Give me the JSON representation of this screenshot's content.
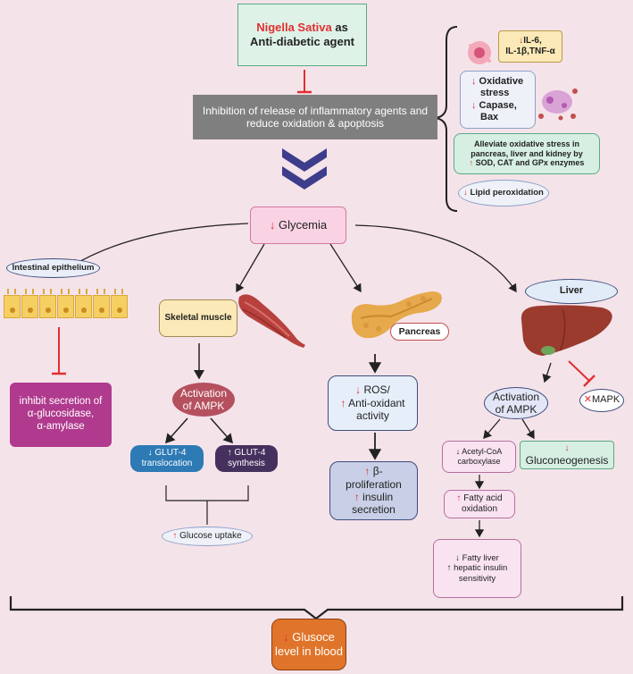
{
  "title": {
    "part1": "Nigella Sativa",
    "part2": " as",
    "line2": "Anti-diabetic agent"
  },
  "inhibition": "Inhibition of release of inflammatory agents and reduce oxidation & apoptosis",
  "side": {
    "il": {
      "arrow": "↓",
      "l1": "IL-6,",
      "l2": "IL-1β,TNF-α"
    },
    "ox": {
      "a1": "↓",
      "t1": " Oxidative",
      "t2": "stress",
      "a2": "↓",
      "t3": " Capase,",
      "t4": "Bax"
    },
    "alleviate": {
      "l1": "Alleviate oxidative stress in",
      "l2": "pancreas, liver and kidney by",
      "arrow": "↑",
      "l3": " SOD,  CAT  and  GPx enzymes"
    },
    "lipid": {
      "arrow": "↓",
      "text": " Lipid peroxidation"
    }
  },
  "glycemia": {
    "arrow": "↓",
    "text": " Glycemia"
  },
  "intestine": {
    "label": "Intestinal epithelium",
    "box": {
      "l1": "inhibit secretion of",
      "l2": "α-glucosidase,",
      "l3": "α-amylase"
    }
  },
  "muscle": {
    "label": "Skeletal muscle",
    "ampk": {
      "l1": "Activation",
      "l2": "of AMPK"
    },
    "glut_trans": {
      "l1": "↓ GLUT-4",
      "l2": "translocation"
    },
    "glut_syn": {
      "l1": "↑ GLUT-4",
      "l2": "synthesis"
    },
    "uptake": {
      "arrow": "↑",
      "text": " Glucose uptake"
    }
  },
  "pancreas": {
    "label": "Pancreas",
    "ros": {
      "a1": "↓",
      "l1": " ROS/",
      "a2": "↑",
      "l2": " Anti-oxidant",
      "l3": "activity"
    },
    "beta": {
      "a1": "↑",
      "l1": " β-",
      "l2": "proliferation",
      "a2": "↑",
      "l3": " insulin",
      "l4": "secretion"
    }
  },
  "liver": {
    "label": "Liver",
    "ampk": {
      "l1": "Activation",
      "l2": "of AMPK"
    },
    "mapk": {
      "x": "✕",
      "text": "MAPK"
    },
    "acetyl": {
      "l1": "↓ Acetyl-CoA",
      "l2": "carboxylase"
    },
    "gluco": {
      "arrow": "↓",
      "text": "Gluconeogenesis"
    },
    "fatty_ox": {
      "arrow": "↑",
      "l1": " Fatty acid",
      "l2": "oxidation"
    },
    "fatty_liver": {
      "l1": "↓ Fatty liver",
      "l2": "↑ hepatic insulin",
      "l3": "sensitivity"
    }
  },
  "result": {
    "arrow": "↓",
    "l1": " Glusoce",
    "l2": "level in blood"
  },
  "colors": {
    "background": "#f5e3ea",
    "accent_red": "#e03030",
    "inhibition_box": "#7f7f7f",
    "chevron": "#3d3d8c",
    "result_box": "#e0742a",
    "intestine_box": "#b03a8e"
  }
}
